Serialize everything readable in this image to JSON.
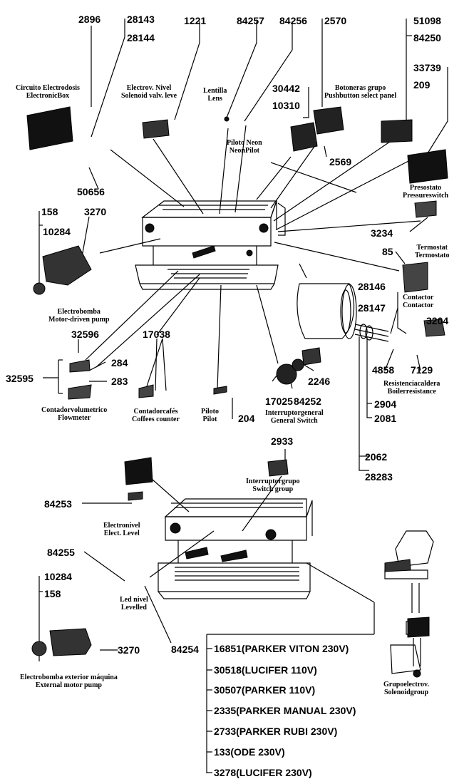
{
  "parts": {
    "p2896": "2896",
    "p28143": "28143",
    "p28144": "28144",
    "p1221": "1221",
    "p84257": "84257",
    "p84256": "84256",
    "p2570": "2570",
    "p51098": "51098",
    "p84250": "84250",
    "p33739": "33739",
    "p209": "209",
    "p30442": "30442",
    "p10310": "10310",
    "p2569": "2569",
    "p50656": "50656",
    "p158a": "158",
    "p10284a": "10284",
    "p3270a": "3270",
    "p3234": "3234",
    "p85": "85",
    "p28146": "28146",
    "p28147": "28147",
    "p3204": "3204",
    "p4858": "4858",
    "p7129": "7129",
    "p32596": "32596",
    "p32595": "32595",
    "p284": "284",
    "p283": "283",
    "p17038": "17038",
    "p17025": "17025",
    "p84252": "84252",
    "p2246": "2246",
    "p204": "204",
    "p2904": "2904",
    "p2081": "2081",
    "p2062": "2062",
    "p28283": "28283",
    "p2933": "2933",
    "p84253": "84253",
    "p84255": "84255",
    "p10284b": "10284",
    "p158b": "158",
    "p3270b": "3270",
    "p84254": "84254"
  },
  "captions": {
    "electronic_box": [
      "Circuito Electrodosis",
      "ElectronicBox"
    ],
    "solenoid_valve": [
      "Electrov. Nivel",
      "Solenoid valv. leve"
    ],
    "lens": [
      "Lentilla",
      "Lens"
    ],
    "pushbutton": [
      "Botoneras grupo",
      "Pushbutton select panel"
    ],
    "neon_pilot": [
      "Piloto Neon",
      "NeonPilot"
    ],
    "pressureswitch": [
      "Presostato",
      "Pressureswitch"
    ],
    "thermostat": [
      "Termostat",
      "Termostato"
    ],
    "contactor": [
      "Contactor",
      "Contactor"
    ],
    "boiler_resistance": [
      "Resistenciacaldera",
      "Boilerresistance"
    ],
    "pump": [
      "Electrobomba",
      "Motor-driven pump"
    ],
    "flowmeter": [
      "Contadorvolumetrico",
      "Flowmeter"
    ],
    "coffees_counter": [
      "Contadorcafés",
      "Coffees counter"
    ],
    "pilot": [
      "Piloto",
      "Pilot"
    ],
    "general_switch": [
      "Interruptorgeneral",
      "General Switch"
    ],
    "switch_group": [
      "Interruptorgrupo",
      "Switch group"
    ],
    "elect_level": [
      "Electronivel",
      "Elect. Level"
    ],
    "led_level": [
      "Led nivel",
      "Levelled"
    ],
    "external_pump": [
      "Electrobomba exterior máquina",
      "External motor pump"
    ],
    "solenoid_group": [
      "Grupoelectrov.",
      "Solenoidgroup"
    ]
  },
  "valve_list": [
    "16851(PARKER VITON 230V)",
    "30518(LUCIFER 110V)",
    "30507(PARKER 110V)",
    "2335(PARKER MANUAL 230V)",
    "2733(PARKER RUBI 230V)",
    "133(ODE 230V)",
    "3278(LUCIFER 230V)"
  ]
}
